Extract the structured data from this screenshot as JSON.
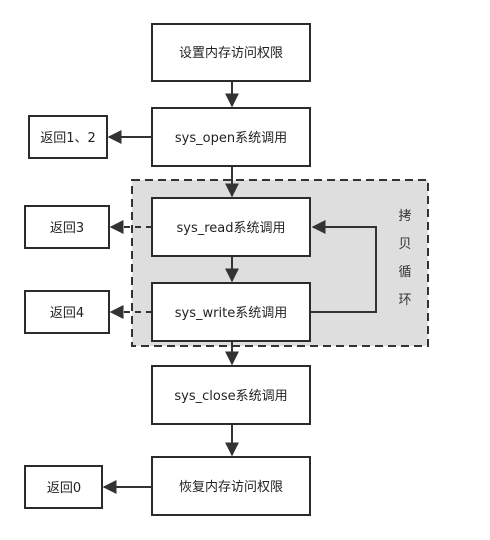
{
  "nodes": {
    "set_access": "设置内存访问权限",
    "sys_open": "sys_open系统调用",
    "sys_read": "sys_read系统调用",
    "sys_write": "sys_write系统调用",
    "sys_close": "sys_close系统调用",
    "restore_access": "恢复内存访问权限",
    "return_12": "返回1、2",
    "return_3": "返回3",
    "return_4": "返回4",
    "return_0": "返回0"
  },
  "loop_label": [
    "拷",
    "贝",
    "循",
    "环"
  ],
  "style": {
    "line_color": "#333333",
    "region_fill": "#dedede"
  }
}
